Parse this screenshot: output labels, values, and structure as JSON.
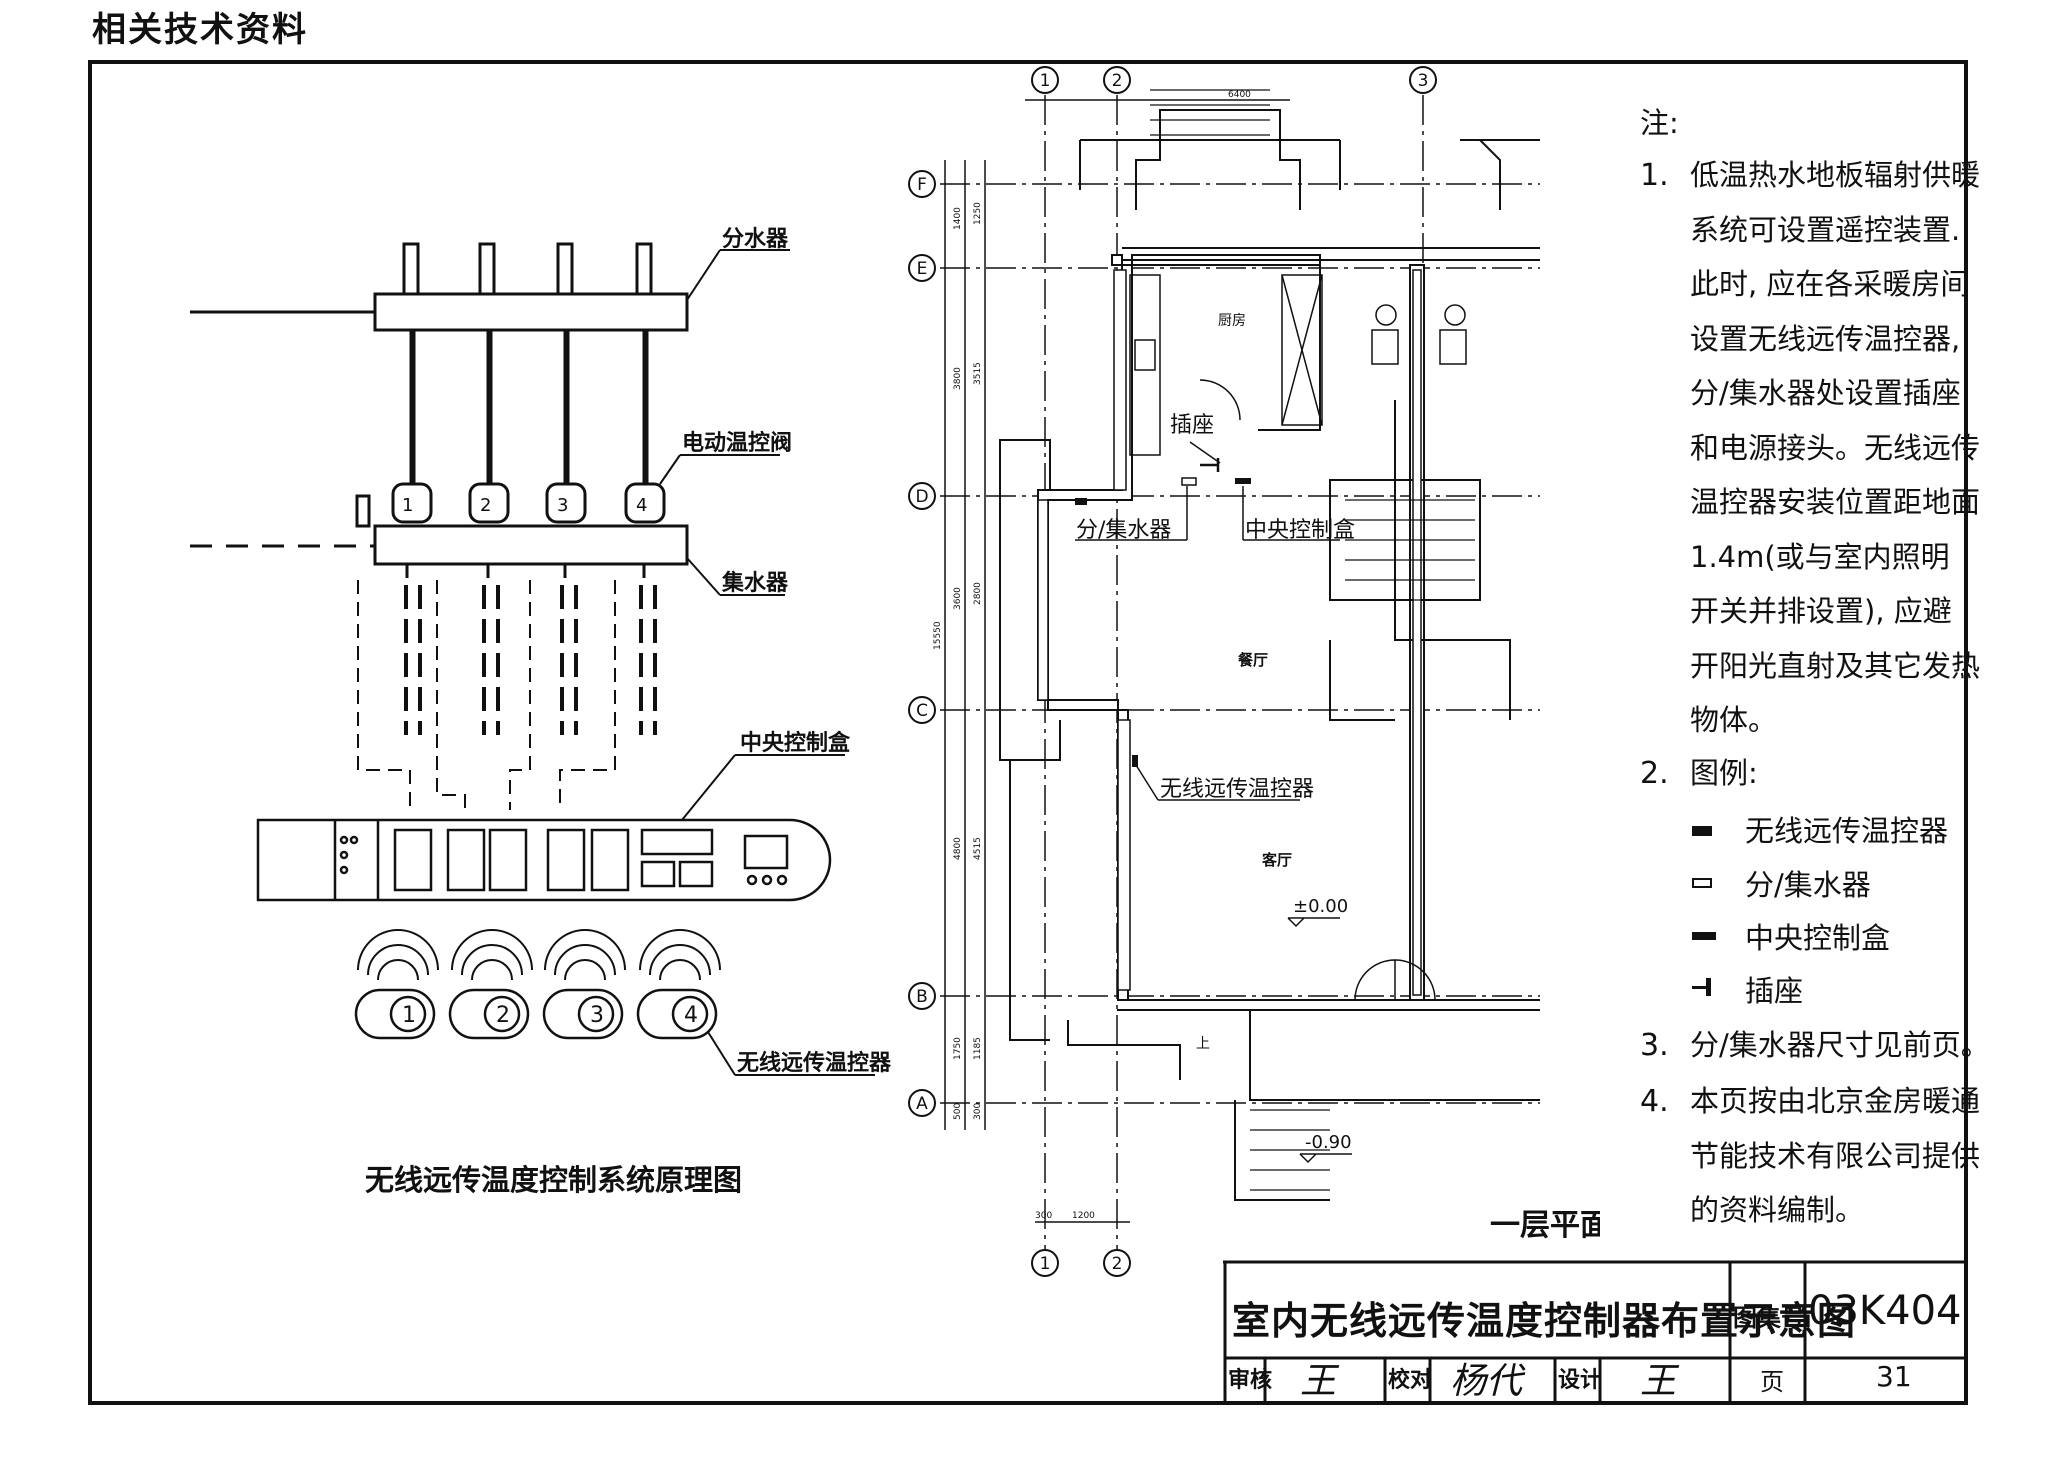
{
  "header": {
    "title": "相关技术资料"
  },
  "schematic": {
    "title": "无线远传温度控制系统原理图",
    "labels": {
      "distributor": "分水器",
      "valve": "电动温控阀",
      "collector": "集水器",
      "control_box": "中央控制盒",
      "remote": "无线远传温控器"
    },
    "valve_numbers": [
      "1",
      "2",
      "3",
      "4"
    ],
    "remote_numbers": [
      "1",
      "2",
      "3",
      "4"
    ]
  },
  "plan": {
    "title": "一层平面",
    "axes_top": [
      "1",
      "2",
      "3"
    ],
    "axes_bottom": [
      "1",
      "2"
    ],
    "axes_left": [
      "F",
      "E",
      "D",
      "C",
      "B",
      "A"
    ],
    "top_dim": "6400",
    "bottom_dims": [
      "300",
      "1200"
    ],
    "left_dims_outer": [
      "1400",
      "3800",
      "3600",
      "4800",
      "1750",
      "500"
    ],
    "left_dims_inner": [
      "1250",
      "3515",
      "2800",
      "4515",
      "1185",
      "300"
    ],
    "total_dim": "15550",
    "rooms": {
      "kitchen": "厨房",
      "dining": "餐厅",
      "living": "客厅"
    },
    "callouts": {
      "socket": "插座",
      "distributor": "分/集水器",
      "control_box": "中央控制盒",
      "remote": "无线远传温控器"
    },
    "elevations": {
      "floor": "±0.00",
      "ground": "-0.90"
    },
    "stair_up": "上"
  },
  "notes": {
    "heading": "注:",
    "items": [
      {
        "num": "1.",
        "lines": [
          "低温热水地板辐射供暖",
          "系统可设置遥控装置.",
          "此时, 应在各采暖房间",
          "设置无线远传温控器,",
          "分/集水器处设置插座",
          "和电源接头。无线远传",
          "温控器安装位置距地面",
          "1.4m(或与室内照明",
          "开关并排设置), 应避",
          "开阳光直射及其它发热",
          "物体。"
        ]
      },
      {
        "num": "2.",
        "lines": [
          "图例:"
        ]
      },
      {
        "num": "3.",
        "lines": [
          "分/集水器尺寸见前页。"
        ]
      },
      {
        "num": "4.",
        "lines": [
          "本页按由北京金房暖通",
          "节能技术有限公司提供",
          "的资料编制。"
        ]
      }
    ],
    "legend": [
      "无线远传温控器",
      "分/集水器",
      "中央控制盒",
      "插座"
    ]
  },
  "title_block": {
    "drawing_title": "室内无线远传温度控制器布置示意图",
    "atlas_label": "图集号",
    "atlas_code": "03K404",
    "review_label": "审核",
    "review_sign": "王",
    "check_label": "校对",
    "check_sign": "杨代",
    "design_label": "设计",
    "design_sign": "王",
    "page_label": "页",
    "page_num": "31"
  }
}
